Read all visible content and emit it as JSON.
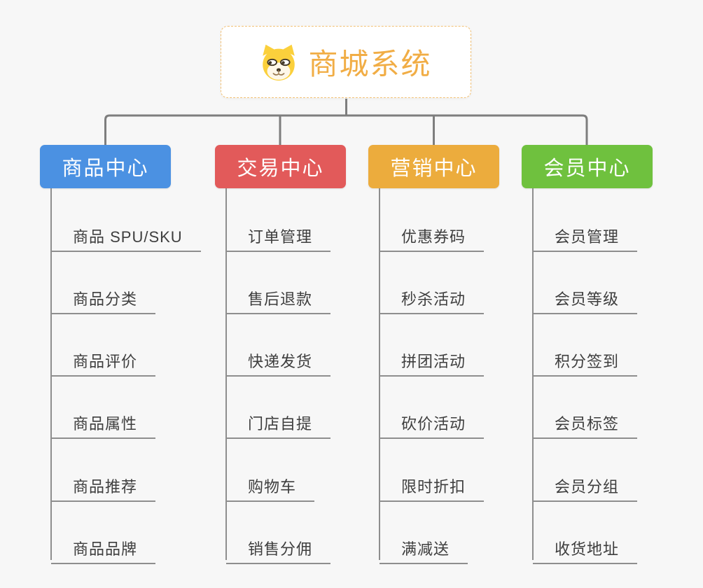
{
  "root": {
    "title": "商城系统"
  },
  "palette": {
    "background": "#F7F7F7",
    "root_text": "#F1AD45",
    "root_border": "#F2C074",
    "connector": "#7E7E7E",
    "leaf_line": "#8E8E8E",
    "leaf_text": "#3E3E3E"
  },
  "branches": [
    {
      "label": "商品中心",
      "slug": "product-center",
      "color": "#4B91E2",
      "children": [
        "商品 SPU/SKU",
        "商品分类",
        "商品评价",
        "商品属性",
        "商品推荐",
        "商品品牌"
      ]
    },
    {
      "label": "交易中心",
      "slug": "trade-center",
      "color": "#E25A5A",
      "children": [
        "订单管理",
        "售后退款",
        "快递发货",
        "门店自提",
        "购物车",
        "销售分佣"
      ]
    },
    {
      "label": "营销中心",
      "slug": "marketing-center",
      "color": "#ECAC3D",
      "children": [
        "优惠券码",
        "秒杀活动",
        "拼团活动",
        "砍价活动",
        "限时折扣",
        "满减送"
      ]
    },
    {
      "label": "会员中心",
      "slug": "member-center",
      "color": "#6FC13E",
      "children": [
        "会员管理",
        "会员等级",
        "积分签到",
        "会员标签",
        "会员分组",
        "收货地址"
      ]
    }
  ]
}
